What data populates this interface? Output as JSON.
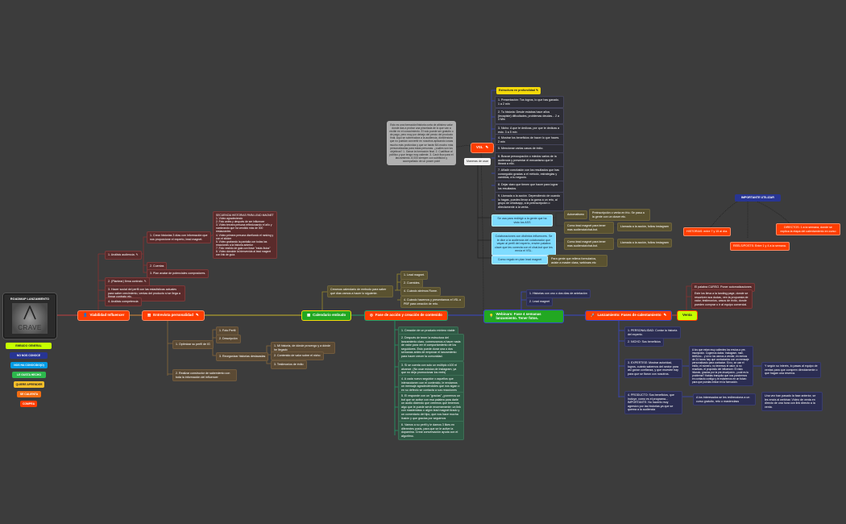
{
  "root": {
    "title": "ROADMAP LANZAMIENTO",
    "logo_text": "CRAVE"
  },
  "funnel": [
    {
      "label": "EMBUDO GENERAL",
      "color": "#c6ff00",
      "text": "#222"
    },
    {
      "label": "NO NOS CONOCE",
      "color": "#283593",
      "text": "#fff"
    },
    {
      "label": "NOS HA CONOCIDO(O)",
      "color": "#039be5",
      "text": "#fff"
    },
    {
      "label": "LE GUSTA HECHO",
      "color": "#2db84d",
      "text": "#fff"
    },
    {
      "label": "QUIERE APRENDER",
      "color": "#f9c02a",
      "text": "#222"
    },
    {
      "label": "SE CALIENTA",
      "color": "#f26d12",
      "text": "#fff"
    },
    {
      "label": "COMPRA",
      "color": "#ff3d00",
      "text": "#fff"
    }
  ],
  "viabilidad": {
    "label": "Viabilidad Influencer",
    "children": [
      {
        "label": "1. Análisis audiencia."
      },
      {
        "label": "2. (Plantear) firma contrato."
      },
      {
        "label": "3. Hacer social del perfil con las estadísticas actuales para saber crecimiento, ventas del producto si se llega a firmar contrato etc."
      },
      {
        "label": "4. Análisis competencia"
      }
    ],
    "audiencia": [
      {
        "label": "1. Crear historias 3 días con información que nos proporcione el experto, lead magnet."
      },
      {
        "label": "2. Cuentas"
      },
      {
        "label": "3. Plan avatar de potenciales compradores."
      }
    ],
    "secuencia": "SECUENCIA HISTORIAS PARA LEAD MAGNET\n1. Vídeo agradeciendo\n2. Foto antes y después de ser influencer\n3. Vídeo tercera persona reflexionando el año y nombrando que ha vendido más de 300 restaurantes\n4. Vídeo primera persona diseñando el ranking y con el sticker\n5. Vídeo grabando la pantalla con todas las reacciones a la historia anterior\n7. Foto vestido de gala con frase \"estás listos\"\n8. Vídeo dándote la bienvenida al lead magnet con link de guía."
  },
  "entrevista": {
    "label": "Entrevista personalidad",
    "children": [
      {
        "label": "1. Optimizar su perfil de IG"
      },
      {
        "label": "2. Realizar constructor de sabemiento con toda la información del influencer"
      }
    ],
    "perfil": [
      {
        "label": "1. Foto Perfil"
      },
      {
        "label": "2. Descripción"
      },
      {
        "label": "3. Reorganizar historias destacadas"
      }
    ],
    "destacadas": [
      {
        "label": "1. Mi historia, de dónde provengo y a dónde he llegado"
      },
      {
        "label": "2. Contenido de valor sobre el nicho"
      },
      {
        "label": "3. Testimonios de éxito"
      }
    ]
  },
  "calendario": {
    "label": "Calendario embudo",
    "note": "Creamos calendario de embudo para saber qué días vamos a hacer lo siguiente.",
    "children": [
      {
        "label": "1. Lead magnet."
      },
      {
        "label": "2. Cuentdes."
      },
      {
        "label": "4. Cuándo abrimos Rome."
      },
      {
        "label": "4. Cuándo hacemos y presentamos el VSL o PBF para creación de reto."
      }
    ]
  },
  "fase_accion": {
    "label": "Fase de acción y creación de contenido",
    "children": [
      {
        "label": "1. Creación de un producto mínimo viable"
      },
      {
        "label": "2. Después de tener la estructura del lanzamiento claro, comenzamos a hacer nada de valor para ver el comportamiento de los seguidores. Esto puede durar una o dos semanas antes de empezar el lanzamiento para hacer crecer la comunidad."
      },
      {
        "label": "3. Si se cuenta con solo un múltiplo x100 el alcance. (No usar música de Instagram, ya que no deja promocionar los reels)"
      },
      {
        "label": "4. A cada nuevo seguidor o aquellos que interaccionen con el contenido, le enviamos un mensaje agradeciéndoles que nos sigan o en su defecto se contacta a sus reacciones"
      },
      {
        "label": "5. El responde con un \"gracias\" ¿ponemos un bot que se active con esa palabra para darle un audio diciendo que creemos que tenemos algo que le puede servir enormemente: un link con masterclass o algún lead magnet tirado y un comentario del tipo, que nos hace mucha ilusión y que gracias por seguirnos"
      },
      {
        "label": "6. Vamos a su perfil y le damos 3 likes en diferentes posts, para que se le active la dopamina. Crear conversación ayuda con el algoritmo."
      }
    ]
  },
  "vsl": {
    "label": "VSL",
    "description": "Esto es una formación/historia corta de altísimo valor donde das a probar una pincelada de lo que van a recibir en el conocimiento. El vslo puede ser gratuito o de pago, pero muy por debajo del precio del producto final. Aquí se sobrevalora a la audiencia, dividiéndola que no puedan convertir en nosotros aplicando cosas mucho más profundas y que se harán BA mucho más personalizadas para estas personas. ¿cuáles son los objetivos? 1. Ganar la formación final. 2. Cualificar al público y que tenga muy caliente. 3. Cash flow para el lanzamiento. 8.000 siempre con subtítulos y acompañado de un power point",
    "estructura_label": "Estructura en profundidad",
    "estructura": [
      {
        "label": "1. Presentación: Tus logros, lo que has ganado. 1 a 2 min"
      },
      {
        "label": "2. Tu historia: Desde estabas hace años (lecapiste) dificultades, problemas deudas... 2 a 3 Min"
      },
      {
        "label": "3. Nicho: A que te dedicas, por que te dedicas a esto. 3 a 5 min"
      },
      {
        "label": "4. Mostrar los beneficios de hacer lo que haces. 2 min"
      },
      {
        "label": "5. Mencionar varios casos de éxito."
      },
      {
        "label": "6. Buscar preocupación o miedos varios de la audiencia y presentar el mecanismo que le librará a ello."
      },
      {
        "label": "7. Añadir conclusión con los resultados que has conseguido gracias a el método, estrategias y cambios, a tu negocio."
      },
      {
        "label": "8. Dejar claro que tienen que hacer para lograr los resultados."
      },
      {
        "label": "9. Llamada a la acción. Dependiendo de cuando lo hagas, puedes llevar a la gama a un reto, al grupo de whatsapp, a la preinscripción o directamente a la venta."
      }
    ],
    "maneras_label": "Maneras de usar",
    "maneras": [
      {
        "label": "Se usa para redirigir a la gente que ha visto los ASS"
      },
      {
        "label": "Colaboraciones con distintos influencers. Se le dice a la audiencia del colaborador que vayan al perfil del experto, envíen palabra clave que les conecta con el chat-bot que les envía el VSL."
      },
      {
        "label": "Como regalo en plan lead magnet"
      }
    ],
    "automatismos": "Automatismo",
    "automatismo_detail": "Preinscripción o venta en frío. Se pasa a la gente con un closer etc.",
    "lead_magnet_note": "Como lead magnet para tener mas audiencia/chat-bot.",
    "llamada": "Llamada a la acción, follow instagram",
    "regalo_note": "Para gente que rellena formularios, asiste a master class, webinars etc"
  },
  "webinars": {
    "label": "Webinars: Fase 4 semanas lanzamiento. Tener fotos.",
    "children": [
      {
        "label": "1. Historias con uno o dos días de antelación"
      },
      {
        "label": "2. Lead magnet"
      }
    ]
  },
  "lanzamiento": {
    "label": "Lanzamiento: Fases de calentamiento",
    "children": [
      {
        "label": "1. PERSONALIDAD: Contar la historia del experto."
      },
      {
        "label": "2. NICHO: Sus beneficios"
      },
      {
        "label": "3. EXPERTISE: Mostrar autoridad, logros, cuánto sabemos del sector para así ganar confianza, y que muestre hay para que se fiaron con nosotros."
      },
      {
        "label": "4. PRODUCTO: Sus beneficios, que incluye, como es el programa... IMPORTANTE: No hacerlo muy agresivo por las historias ya que se quema a la audiencia"
      }
    ],
    "expertise_detail": "A los que estan muy calientes los envías a pre-inscripción. Cogemos datos: Instagram, mail, teléfono... y si no los vamos a vender, en menos de 24 horas hay que contactarlos con un mensaje personalizado para contactar. Si no, se cae el estilo, el número, no tenemos el valor; si no reactivas, el propósito del influencer. El visto hilando, gracias por la pre-inscripción, ¿cuál es tu problema? Hablas tranquila que nos pondremos en contacto contigo y te estaremos en un futuro para que puedas entrar en la formación.",
    "expertise_followup": "Y según su interés, lo pasas al equipo de ventas para que compren directamente o que hagan una reserva.",
    "producto_detail": "A los interesados se les redirecciona a un curso gratuito, reto o masterclass",
    "producto_followup": "Una vez han pasado la fase anterior, se les envía al webinar. Vídeo de venta en directo de una hora con link directo a la venta."
  },
  "venta": {
    "label": "Venta",
    "children": [
      {
        "label": "El palabra CURSO. Poner automatizaciones"
      },
      {
        "label": "Este los lleva a la landing page, donde se resuelven sus dudas, ven la propuesta de valor, testimonios, casos de éxito, donde pueden comprar o ir al equipo comercial."
      }
    ]
  },
  "importante": {
    "label": "IMPORTANTE UTILIZAR",
    "children": [
      {
        "label": "HISTORIAS: entre 7 y 15 al día."
      },
      {
        "label": "REELS/POSTS: Entre 1 y 4 a la semana."
      },
      {
        "label": "DIRECTOS: 1 a la semana, donde se explica la etapa del calentamiento en curso"
      }
    ]
  },
  "colors": {
    "background": "#3c3c3c",
    "red": "#ff3d00",
    "green": "#22a822",
    "yellow": "#f5d90a",
    "lime": "#c6ff00",
    "blue_line": "#3848c8",
    "teal_line": "#1fa06a"
  }
}
